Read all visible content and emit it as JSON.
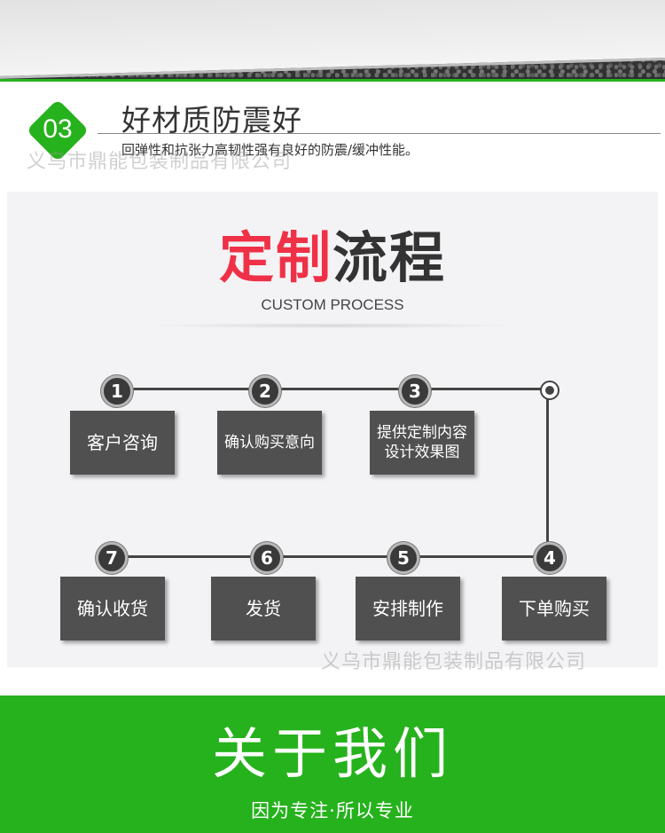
{
  "feature": {
    "number": "03",
    "title": "好材质防震好",
    "desc": "回弹性和抗张力高韧性强有良好的防震/缓冲性能。",
    "badge_color": "#26b21d"
  },
  "watermark": "义乌市鼎能包装制品有限公司",
  "process": {
    "title_red": "定制",
    "title_dark": "流程",
    "subtitle": "CUSTOM PROCESS",
    "accent_color": "#ef3147",
    "steps": [
      {
        "num": "1",
        "label": "客户咨询"
      },
      {
        "num": "2",
        "label": "确认购买意向"
      },
      {
        "num": "3",
        "label_line1": "提供定制内容",
        "label_line2": "设计效果图"
      },
      {
        "num": "4",
        "label": "下单购买"
      },
      {
        "num": "5",
        "label": "安排制作"
      },
      {
        "num": "6",
        "label": "发货"
      },
      {
        "num": "7",
        "label": "确认收货"
      }
    ]
  },
  "about": {
    "title": "关于我们",
    "subtitle": "因为专注·所以专业",
    "bg_color": "#26b21d"
  }
}
